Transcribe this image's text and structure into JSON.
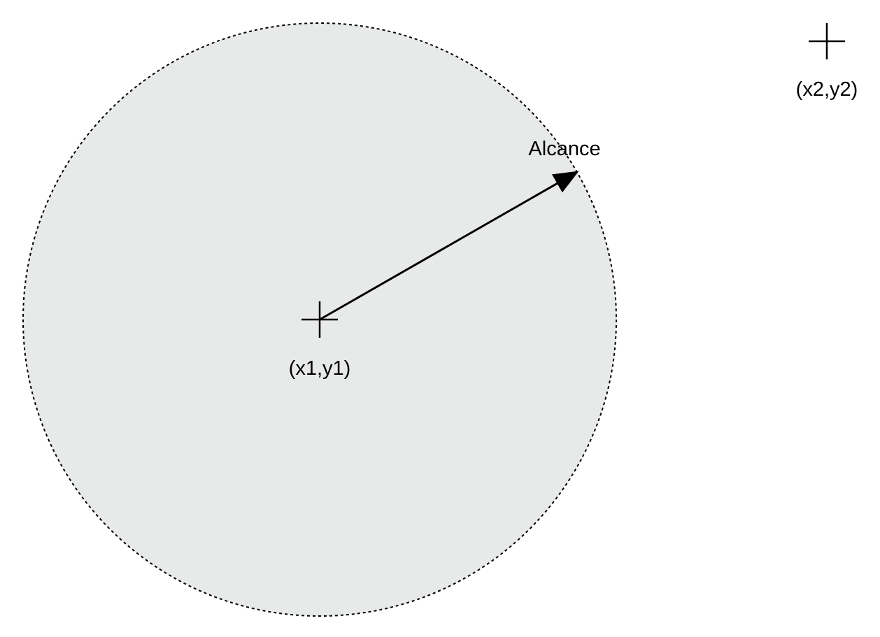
{
  "diagram": {
    "range_label": "Alcance",
    "point1_label": "(x1,y1)",
    "point2_label": "(x2,y2)"
  },
  "colors": {
    "range_fill": "#e8e9e9",
    "stroke": "#000000",
    "background": "#ffffff"
  },
  "icons": {
    "point_marker": "crosshair-plus"
  }
}
